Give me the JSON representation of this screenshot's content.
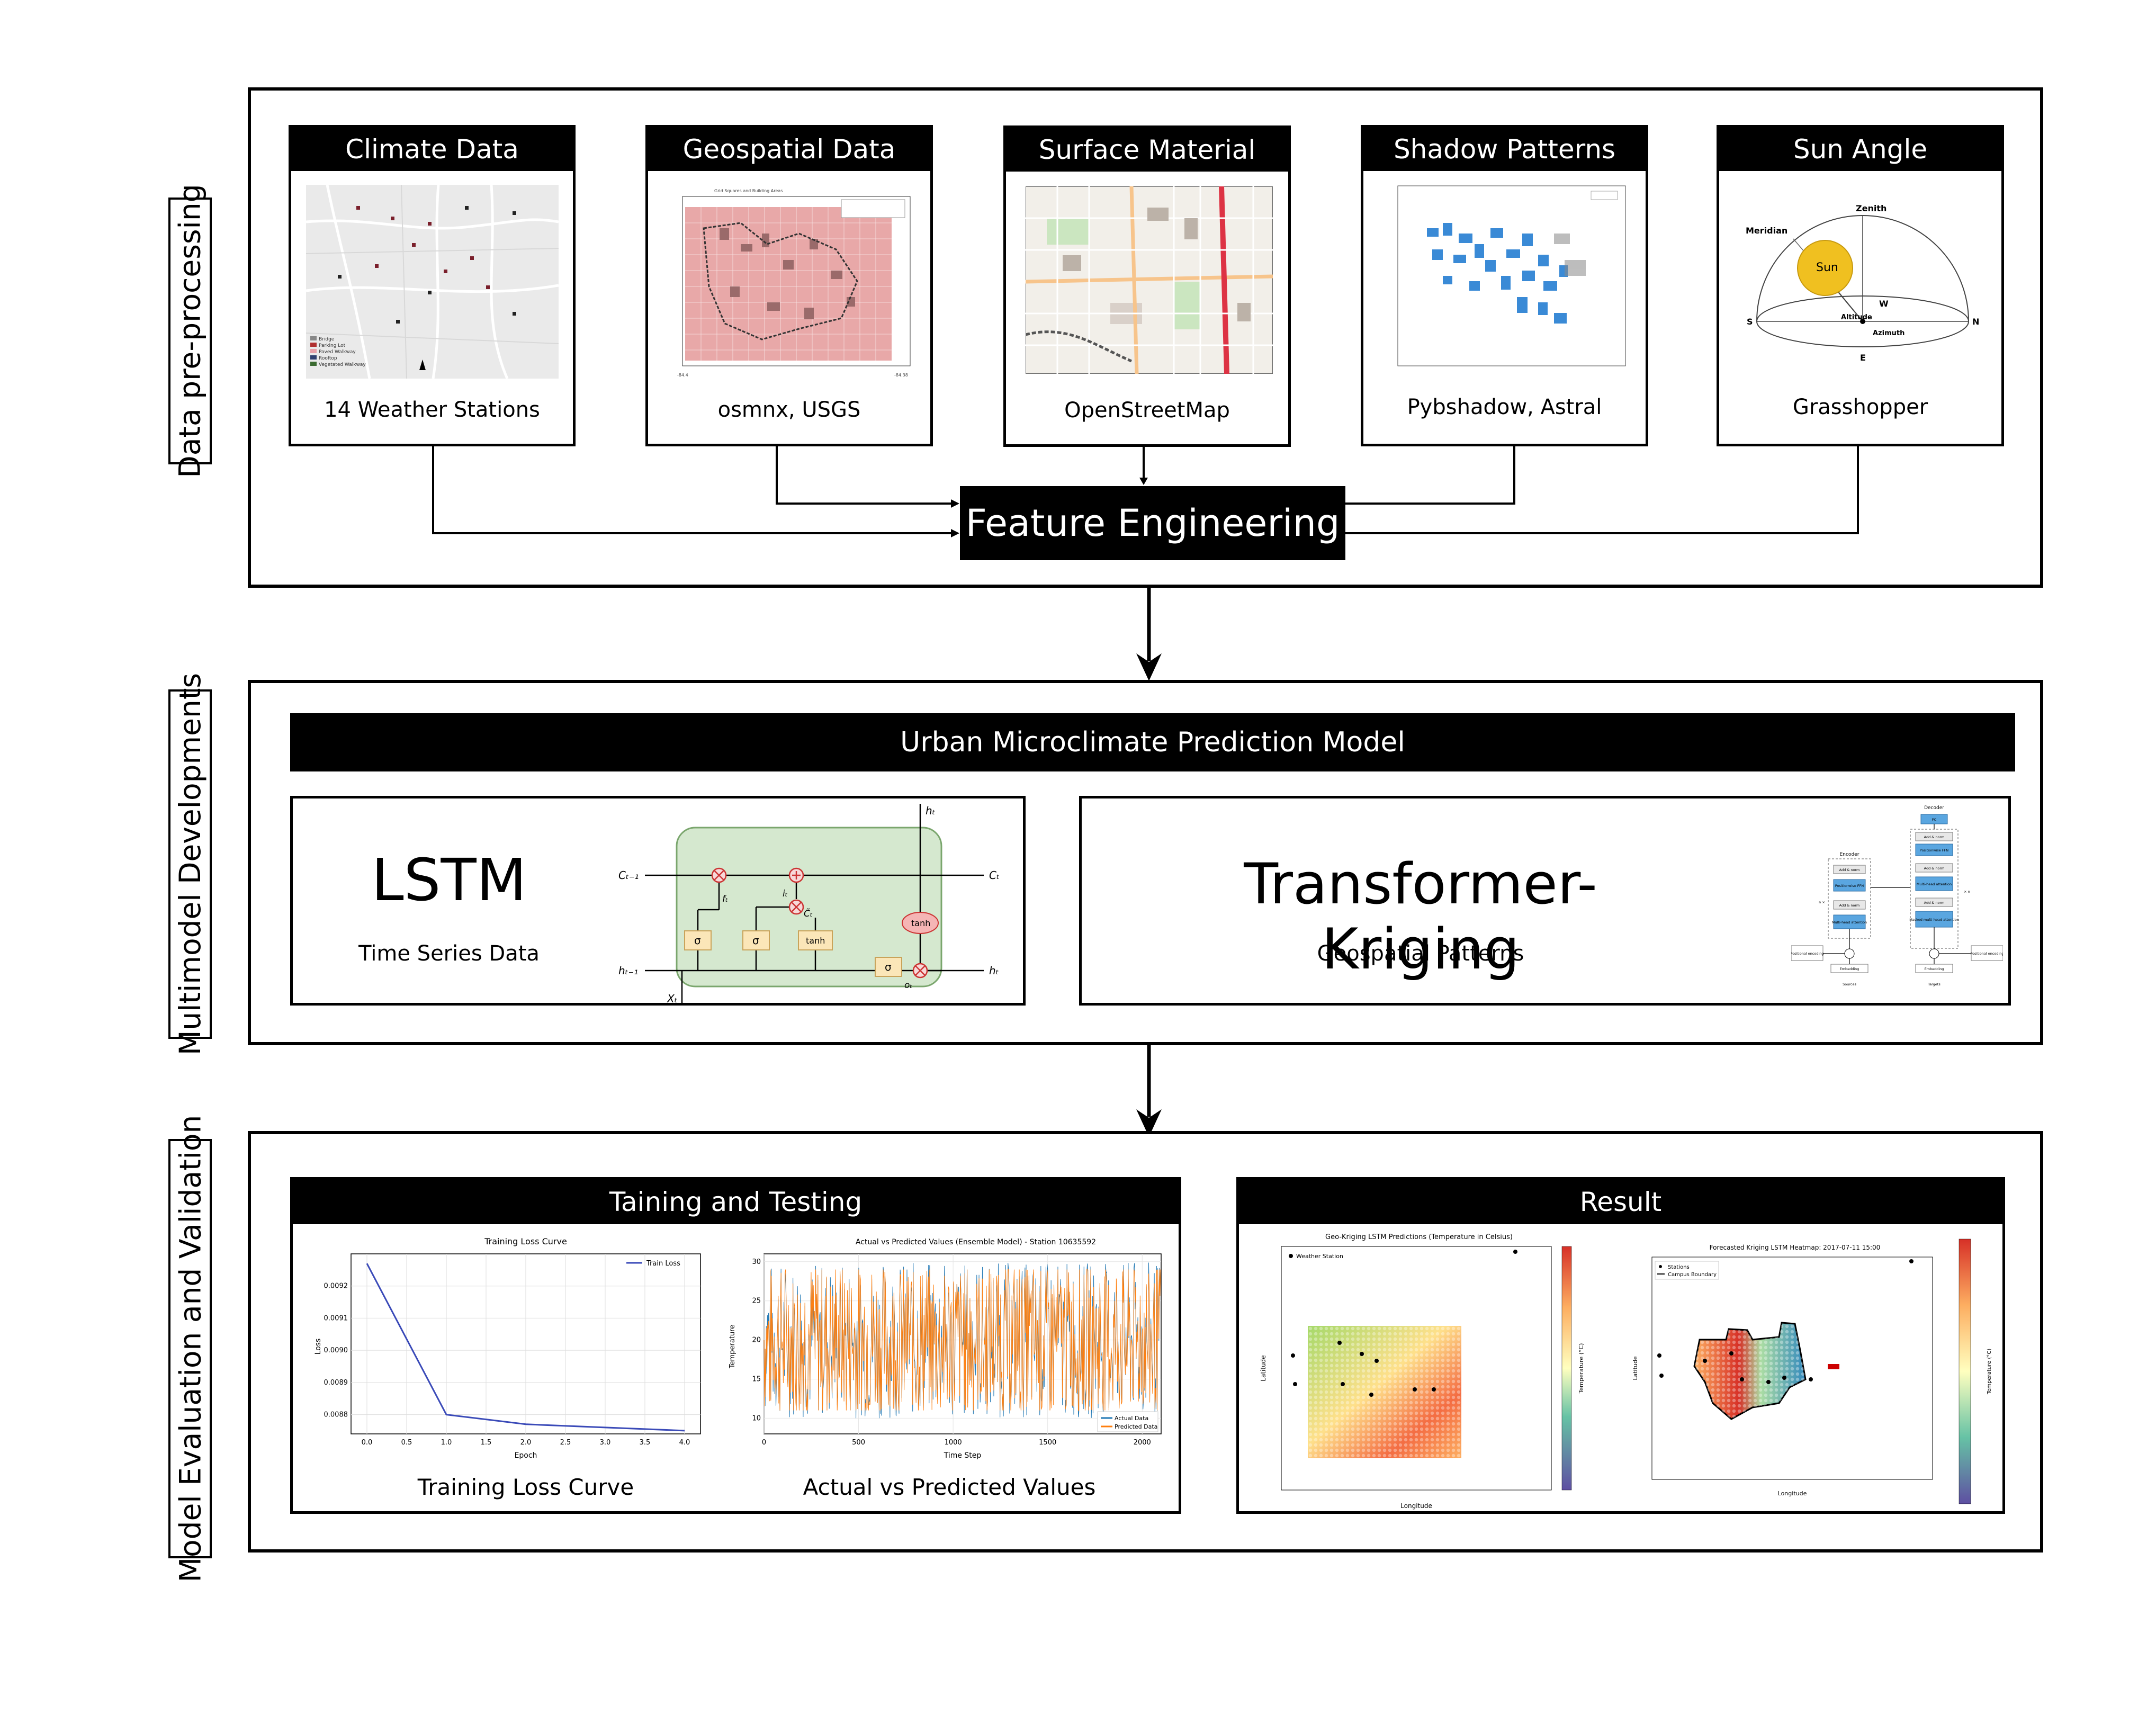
{
  "sections": {
    "preprocessing": {
      "label": "Data pre-processing"
    },
    "multimodel": {
      "label": "Multimodel Developments"
    },
    "evaluation": {
      "label": "Model Evaluation and Validation"
    }
  },
  "sources": [
    {
      "title": "Climate Data",
      "caption": "14 Weather Stations"
    },
    {
      "title": "Geospatial Data",
      "caption": "osmnx, USGS"
    },
    {
      "title": "Surface Material",
      "caption": "OpenStreetMap"
    },
    {
      "title": "Shadow Patterns",
      "caption": "Pybshadow, Astral"
    },
    {
      "title": "Sun Angle",
      "caption": "Grasshopper"
    }
  ],
  "feature_engineering": "Feature Engineering",
  "model": {
    "banner": "Urban Microclimate Prediction Model",
    "lstm": {
      "title": "LSTM",
      "subtitle": "Time Series Data"
    },
    "transformer": {
      "title": "Transformer-Kriging",
      "subtitle": "Geospatial Patterns"
    }
  },
  "evaluation": {
    "training": {
      "title": "Taining and Testing",
      "loss_caption": "Training Loss Curve",
      "avp_caption": "Actual vs Predicted Values"
    },
    "result": {
      "title": "Result"
    }
  },
  "mini": {
    "climate_legend": [
      "Bridge",
      "Parking Lot",
      "Paved Walkway",
      "Rooftop",
      "Vegetated Walkway"
    ],
    "sun": {
      "sun": "Sun",
      "zenith": "Zenith",
      "meridian": "Meridian",
      "altitude": "Altitude",
      "azimuth": "Azimuth",
      "n": "N",
      "s": "S",
      "e": "E",
      "w": "W"
    },
    "lstm": {
      "c_prev": "Cₜ₋₁",
      "c_t": "Cₜ",
      "h_prev": "hₜ₋₁",
      "h_t": "hₜ",
      "h_top": "hₜ",
      "x_t": "Xₜ",
      "sigma": "σ",
      "tanh": "tanh",
      "f_t": "fₜ",
      "i_t": "iₜ",
      "c_tilde": "C̃ₜ",
      "o_t": "oₜ"
    },
    "transformer": {
      "decoder": "Decoder",
      "encoder": "Encoder",
      "add_norm": "Add & norm",
      "ffn": "Positionwise FFN",
      "mha": "Multi-head attention",
      "masked": "Masked multi-head attention",
      "fc": "FC",
      "pos_enc": "Positional encoding",
      "embedding": "Embedding",
      "sources": "Sources",
      "targets": "Targets",
      "n1": "n ×",
      "n2": "× n"
    },
    "loss_chart": {
      "title": "Training Loss Curve",
      "legend": "Train Loss",
      "xlabel": "Epoch",
      "ylabel": "Loss"
    },
    "avp_chart": {
      "title": "Actual vs Predicted Values (Ensemble Model) - Station 10635592",
      "xlabel": "Time Step",
      "ylabel": "Temperature",
      "legend_actual": "Actual Data",
      "legend_pred": "Predicted Data"
    },
    "result1": {
      "title": "Geo-Kriging LSTM Predictions (Temperature in Celsius)",
      "legend": "Weather Station",
      "xlabel": "Longitude",
      "ylabel": "Latitude",
      "cbar": "Temperature (°C)"
    },
    "result2": {
      "title": "Forecasted Kriging LSTM Heatmap: 2017-07-11 15:00",
      "legend1": "Stations",
      "legend2": "Campus Boundary",
      "xlabel": "Longitude",
      "ylabel": "Latitude",
      "cbar": "Temperature (°C)"
    }
  },
  "chart_data": [
    {
      "type": "line",
      "title": "Training Loss Curve",
      "xlabel": "Epoch",
      "ylabel": "Loss",
      "x": [
        0,
        1,
        2,
        3,
        4
      ],
      "series": [
        {
          "name": "Train Loss",
          "values": [
            0.00927,
            0.0088,
            0.00877,
            0.00876,
            0.00875
          ]
        }
      ],
      "xlim": [
        -0.2,
        4.2
      ],
      "ylim": [
        0.00874,
        0.0093
      ],
      "xticks": [
        "0.0",
        "0.5",
        "1.0",
        "1.5",
        "2.0",
        "2.5",
        "3.0",
        "3.5",
        "4.0"
      ],
      "yticks": [
        "0.0088",
        "0.0089",
        "0.0090",
        "0.0091",
        "0.0092"
      ],
      "grid": true,
      "legend": "top-right"
    },
    {
      "type": "line",
      "title": "Actual vs Predicted Values (Ensemble Model) - Station 10635592",
      "xlabel": "Time Step",
      "ylabel": "Temperature",
      "xlim": [
        0,
        2100
      ],
      "ylim": [
        8,
        31
      ],
      "xticks": [
        "0",
        "500",
        "1000",
        "1500",
        "2000"
      ],
      "yticks": [
        "10",
        "15",
        "20",
        "25",
        "30"
      ],
      "series": [
        {
          "name": "Actual Data",
          "color": "#1f77b4",
          "range": [
            10,
            30
          ]
        },
        {
          "name": "Predicted Data",
          "color": "#ff7f0e",
          "range": [
            11,
            29
          ]
        }
      ],
      "grid": true,
      "legend": "bottom-right"
    }
  ]
}
